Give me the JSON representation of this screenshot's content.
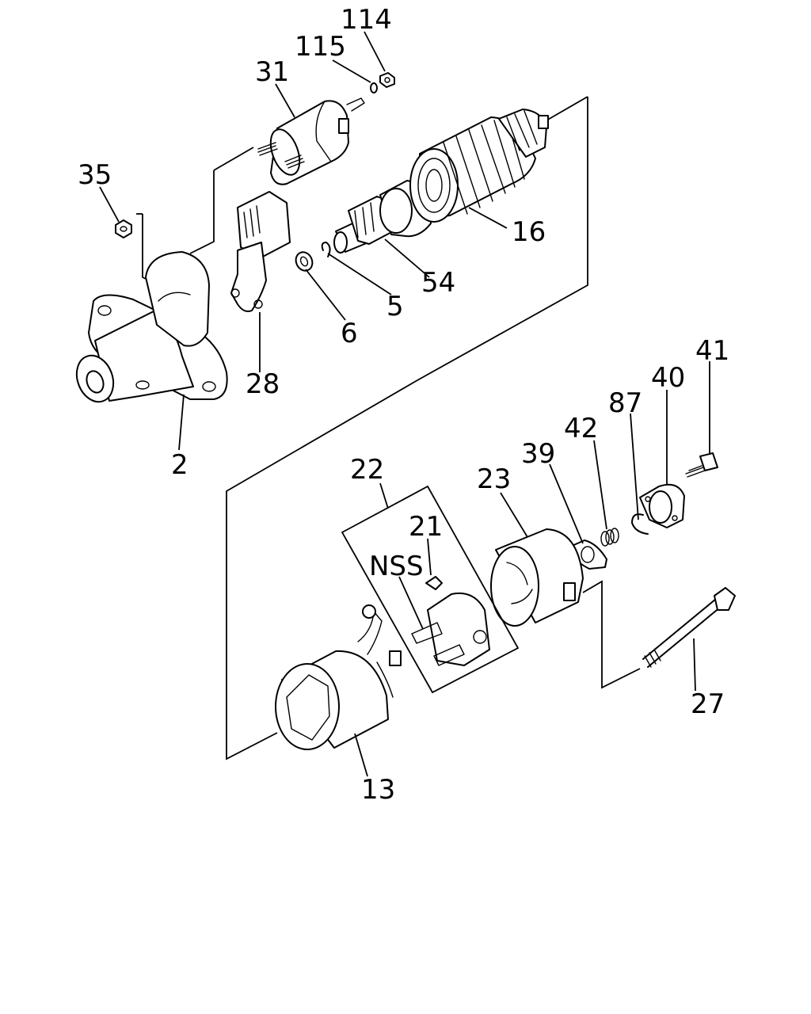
{
  "callouts": {
    "p114": "114",
    "p115": "115",
    "p31": "31",
    "p35": "35",
    "p16": "16",
    "p54": "54",
    "p5": "5",
    "p6": "6",
    "p28": "28",
    "p2": "2",
    "p41": "41",
    "p40": "40",
    "p87": "87",
    "p42": "42",
    "p39": "39",
    "p23": "23",
    "p22": "22",
    "p21": "21",
    "nss": "NSS",
    "p27": "27",
    "p13": "13"
  }
}
